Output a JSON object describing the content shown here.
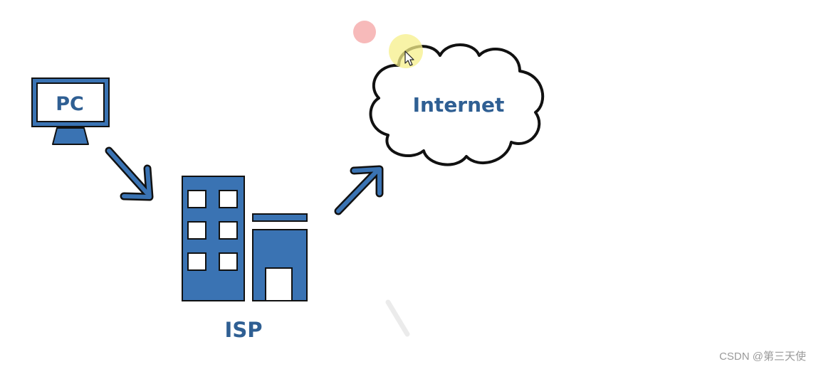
{
  "nodes": {
    "pc": {
      "label": "PC"
    },
    "isp": {
      "label": "ISP"
    },
    "internet": {
      "label": "Internet"
    }
  },
  "watermark": "CSDN @第三天使",
  "colors": {
    "node_blue": "#3a73b3",
    "label_blue": "#2f5f93",
    "outline": "#111111",
    "cursor_highlight": "#f5ef8a",
    "click_marker": "#f4a3a3"
  },
  "icons": {
    "pc": "monitor-icon",
    "isp": "building-icon",
    "internet": "cloud-icon",
    "cursor": "mouse-pointer-icon"
  }
}
